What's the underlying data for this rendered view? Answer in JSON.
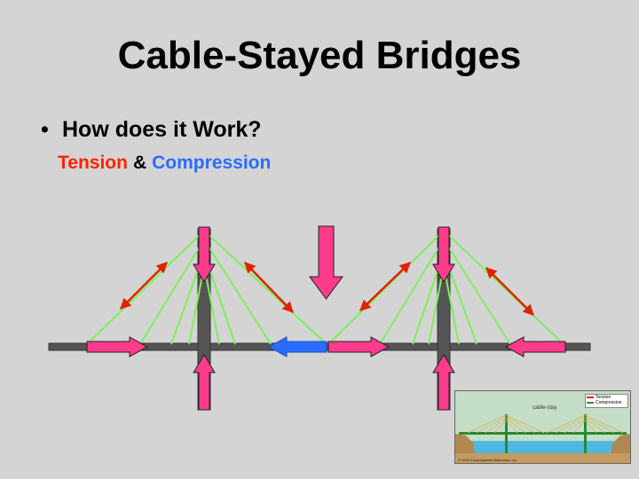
{
  "slide": {
    "title": "Cable-Stayed Bridges",
    "bullet_marker": "•",
    "bullet_text": "How does it Work?",
    "tension_label": "Tension",
    "ampersand": "&",
    "compression_label": "Compression"
  },
  "inset": {
    "caption": "cable-stay",
    "legend_tension": "Tension",
    "legend_compression": "Compression",
    "credit": "© 1999 Encyclopædia Britannica, Inc."
  },
  "colors": {
    "background": "#d4d4d4",
    "tension": "#ff2200",
    "compression": "#2a6cff",
    "force_arrow": "#ff3b8c",
    "cable": "#7cf05a",
    "deck": "#555555",
    "cable_arrow": "#e02200"
  }
}
